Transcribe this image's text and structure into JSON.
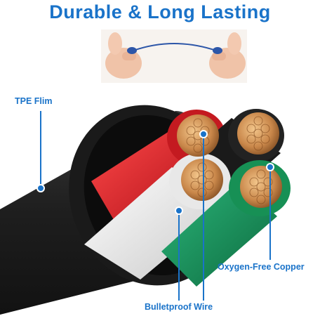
{
  "header": {
    "title": "Durable & Long Lasting"
  },
  "callouts": {
    "tpe_film": "TPE Flim",
    "oxygen_free_copper": "Oxygen-Free Copper",
    "bulletproof_wire": "Bulletproof Wire"
  },
  "colors": {
    "accent": "#1a73c9",
    "jacket": "#2b2b2b",
    "red_wire": "#d8232a",
    "white_wire": "#f2f2f2",
    "green_wire": "#1f8f5a",
    "copper": "#c98a4a"
  },
  "icons": {
    "hands": "hands-stretching-cable",
    "cable": "cable-cross-section"
  }
}
